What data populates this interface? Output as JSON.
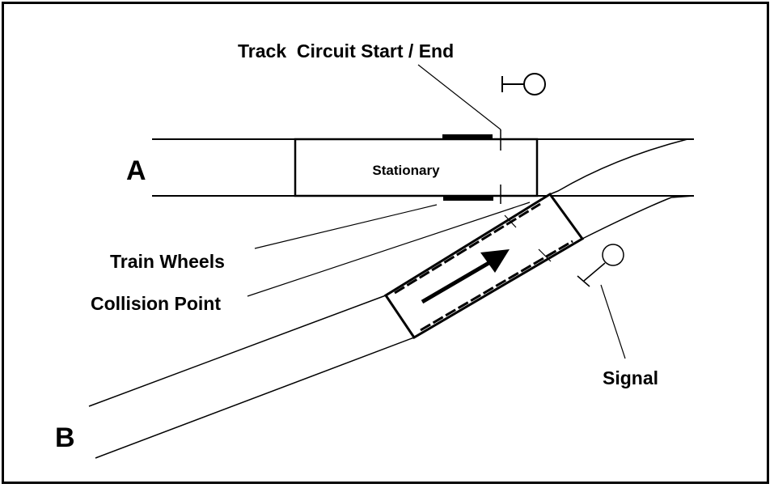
{
  "diagram": {
    "title": "Track Circuit Collision Diagram",
    "labels": {
      "track_circuit": "Track  Circuit Start / End",
      "train_wheels": "Train Wheels",
      "collision_point": "Collision Point",
      "signal": "Signal",
      "track_a": "A",
      "track_b": "B",
      "stationary": "Stationary"
    },
    "colors": {
      "ink": "#000000",
      "background": "#ffffff"
    },
    "icons": {
      "signal_top": "signal-icon",
      "signal_bottom": "signal-icon",
      "direction_arrow": "arrow-icon"
    }
  }
}
